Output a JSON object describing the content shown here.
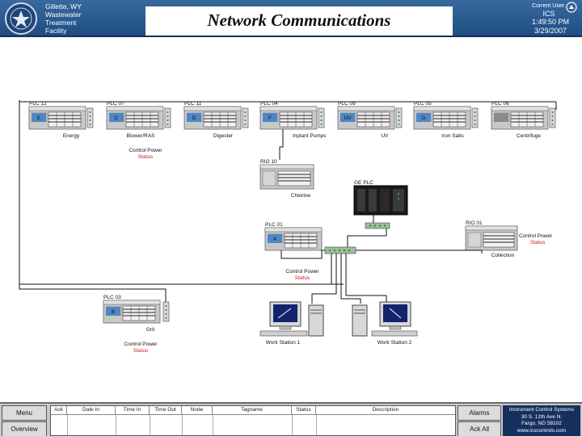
{
  "header": {
    "facility_line1": "Gillette, WY",
    "facility_line2": "Wastewater",
    "facility_line3": "Treatment",
    "facility_line4": "Facility",
    "title": "Network Communications",
    "user_label": "Current User:",
    "user_name": "ICS",
    "time": "1:49:50 PM",
    "date": "3/29/2007"
  },
  "diagram": {
    "plcs_top": [
      {
        "name": "PLC 12",
        "letter": "E",
        "caption": "Energy"
      },
      {
        "name": "PLC 07",
        "letter": "C",
        "caption": "Blower/RAS"
      },
      {
        "name": "PLC 11",
        "letter": "D",
        "caption": "Digester"
      },
      {
        "name": "PLC 04",
        "letter": "F",
        "caption": "Inplant Pumps"
      },
      {
        "name": "PLC 09",
        "letter": "UV",
        "caption": "UV"
      },
      {
        "name": "PLC 05",
        "letter": "G",
        "caption": "Iron Salts"
      },
      {
        "name": "PLC 06",
        "letter": "",
        "caption": "Centrifuge"
      }
    ],
    "control_power_1": "Control Power",
    "status_1": "Status",
    "rio_10": {
      "name": "RIO 10",
      "caption": "Chlorine"
    },
    "ge_plc": "GE PLC",
    "plc_01": {
      "name": "PLC 01",
      "letter": "A",
      "caption": "Control Power",
      "status": "Status"
    },
    "rio_01": {
      "name": "RIO 01",
      "control_power": "Control Power",
      "status": "Status",
      "caption": "Collection"
    },
    "plc_03": {
      "name": "PLC 03",
      "letter": "B",
      "caption": "Grit",
      "control_power": "Control Power",
      "status": "Status"
    },
    "workstation_1": "Work Station 1",
    "workstation_2": "Work Station 2"
  },
  "footer": {
    "menu_label": "Menu",
    "overview_label": "Overview",
    "alarms_label": "Alarms",
    "ack_all_label": "Ack All",
    "columns": [
      "Ack",
      "Date In",
      "Time In",
      "Time Out",
      "Node",
      "Tagname",
      "Status",
      "Description"
    ],
    "company_line1": "Instrument Control Systems",
    "company_line2": "30 S. 12th Ave N.",
    "company_line3": "Fargo, ND 58102",
    "company_line4": "www.icscontrols.com"
  },
  "colors": {
    "header_blue": "#2b5d93",
    "status_red": "#d01818",
    "letter_tag_blue": "#4f86c6"
  }
}
